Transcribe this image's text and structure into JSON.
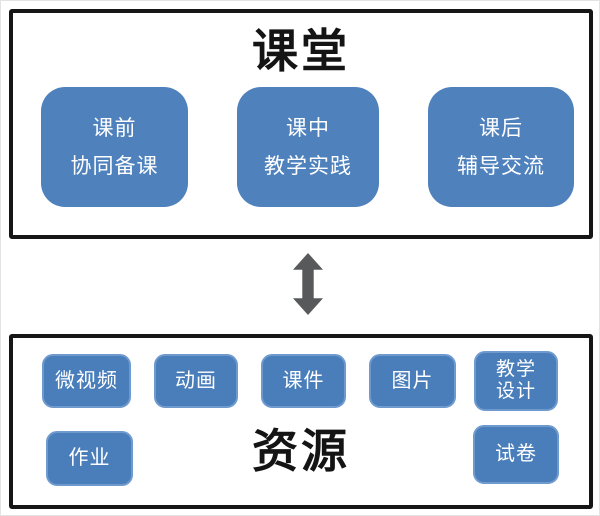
{
  "colors": {
    "box_blue": "#4f81bd",
    "small_box_blue": "#4a7ebb",
    "small_box_border": "#6f9ace",
    "panel_border": "#161616",
    "arrow_gray": "#58595b",
    "title_text": "#141414",
    "box_text": "#ffffff"
  },
  "top_panel": {
    "title": "课堂",
    "boxes": [
      {
        "line1": "课前",
        "line2": "协同备课"
      },
      {
        "line1": "课中",
        "line2": "教学实践"
      },
      {
        "line1": "课后",
        "line2": "辅导交流"
      }
    ]
  },
  "connector": {
    "icon": "double-headed-vertical-arrow"
  },
  "bottom_panel": {
    "title": "资源",
    "row1": [
      {
        "label": "微视频"
      },
      {
        "label": "动画"
      },
      {
        "label": "课件"
      },
      {
        "label": "图片"
      },
      {
        "line1": "教学",
        "line2": "设计"
      }
    ],
    "row2": [
      {
        "label": "作业"
      },
      {
        "label": "试卷"
      }
    ]
  }
}
